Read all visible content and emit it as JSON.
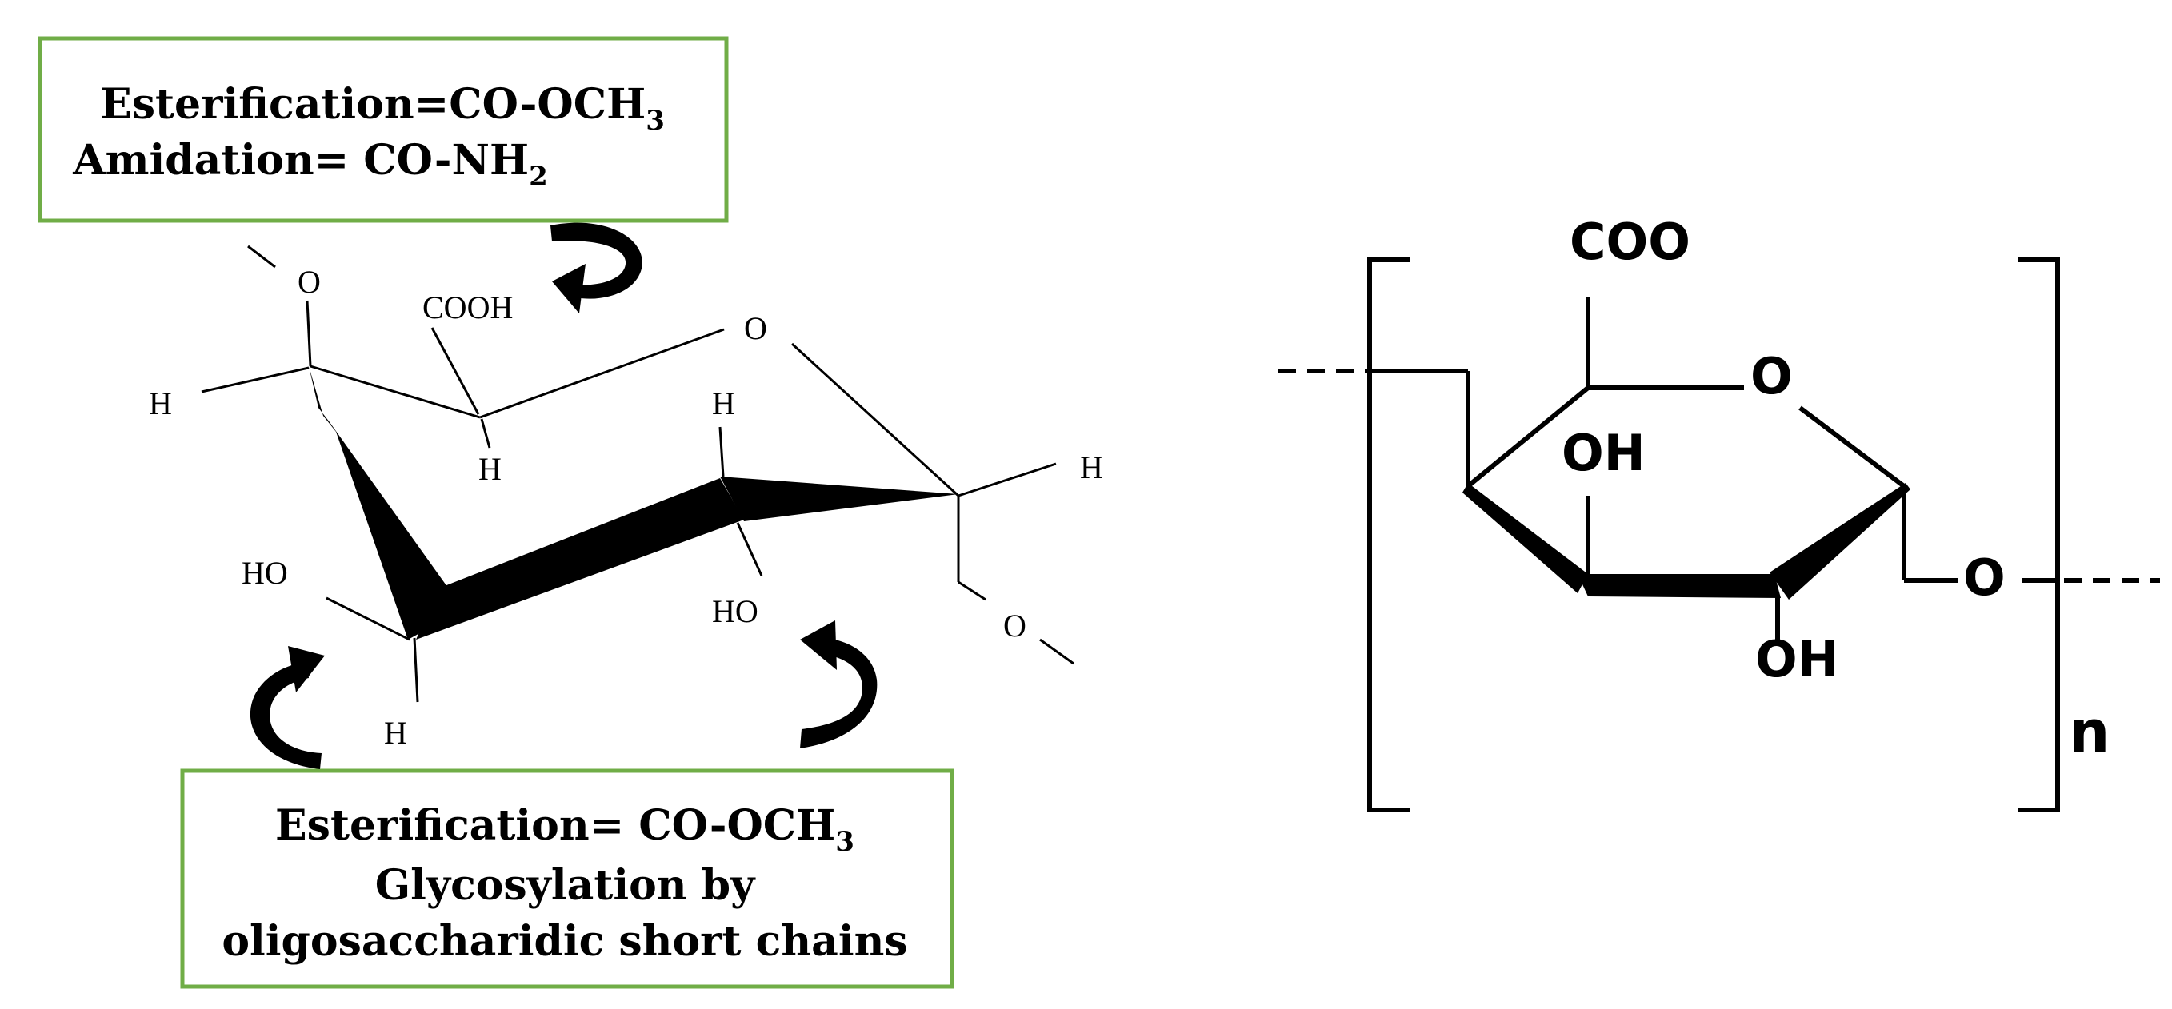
{
  "top_box": {
    "line1_text": "Esterification=CO-OCH",
    "line1_sub": "3",
    "line2_text": "Amidation= CO-NH",
    "line2_sub": "2"
  },
  "bottom_box": {
    "line1_text": "Esterification= CO-OCH",
    "line1_sub": "3",
    "line2": "Glycosylation by",
    "line3": "oligosaccharidic short chains"
  },
  "chair_labels": {
    "o_top": "O",
    "h_left": "H",
    "cooh": "COOH",
    "h_c5": "H",
    "o_ring": "O",
    "h_c2": "H",
    "h_right": "H",
    "ho_left": "HO",
    "ho_right": "HO",
    "h_bottom": "H",
    "o_glyco": "O"
  },
  "haworth_labels": {
    "coo": "COO",
    "o_ring": "O",
    "oh_top": "OH",
    "o_link": "O",
    "oh_bottom": "OH",
    "n": "n"
  },
  "colors": {
    "box_border": "#70ad47",
    "ink": "#000000"
  }
}
